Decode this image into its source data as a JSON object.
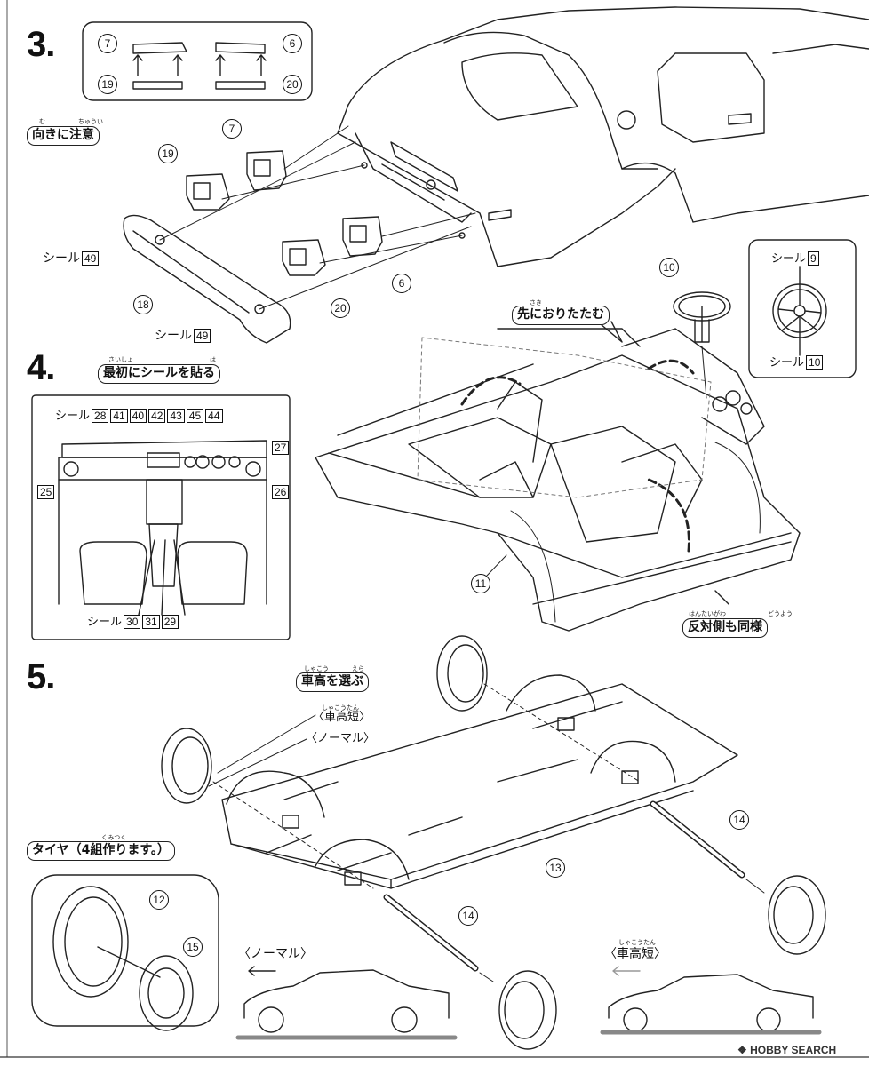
{
  "steps": {
    "s3": "3.",
    "s4": "4.",
    "s5": "5."
  },
  "step3": {
    "orientation_note": "向きに注意",
    "orientation_ruby_1": "む",
    "orientation_ruby_2": "ちゅうい",
    "inset_parts": [
      "7",
      "6",
      "19",
      "20"
    ],
    "parts": [
      "19",
      "7",
      "6",
      "18",
      "20"
    ],
    "seal_label": "シール",
    "seal_top": "49",
    "seal_bottom": "49"
  },
  "step4": {
    "seal_first_note": "最初にシールを貼る",
    "seal_first_ruby_1": "さいしょ",
    "seal_first_ruby_2": "は",
    "fold_note": "先におりたたむ",
    "fold_ruby": "さき",
    "both_sides_note": "反対側も同様",
    "both_sides_ruby_1": "はんたいがわ",
    "both_sides_ruby_2": "どうよう",
    "seal_label": "シール",
    "dash_seals_top": [
      "28",
      "41",
      "40",
      "42",
      "43",
      "45",
      "44"
    ],
    "dash_seal_right_top": "27",
    "dash_seal_left": "25",
    "dash_seal_right": "26",
    "dash_seals_bottom": [
      "30",
      "31",
      "29"
    ],
    "steering_seals": [
      "9",
      "10"
    ],
    "parts": [
      "10",
      "11"
    ]
  },
  "step5": {
    "ride_height_note": "車高を選ぶ",
    "ride_height_ruby_1": "しゃこう",
    "ride_height_ruby_2": "えら",
    "option_short": "〈車高短〉",
    "option_short_ruby": "しゃこうたん",
    "option_normal": "〈ノーマル〉",
    "tire_note": "タイヤ（4組作ります。）",
    "tire_ruby": "くみつく",
    "parts": [
      "13",
      "14",
      "14",
      "12",
      "15"
    ],
    "compare_normal": "〈ノーマル〉",
    "compare_short": "〈車高短〉",
    "compare_short_ruby": "しゃこうたん"
  },
  "footer": {
    "watermark": "HOBBY SEARCH"
  }
}
